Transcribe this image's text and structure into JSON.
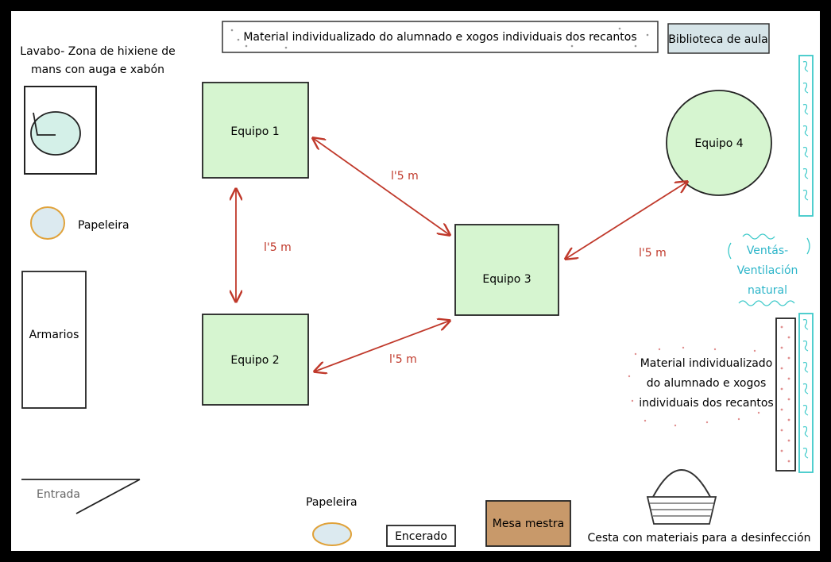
{
  "colors": {
    "frame": "#000000",
    "floor": "#ffffff",
    "team_fill": "#d6f5d0",
    "distance": "#c0392b",
    "window": "#3cc9c9",
    "desk": "#c8996a",
    "label_box": "#d6e4e8",
    "ellipse_fill": "#dceaf0",
    "ellipse_stroke": "#e0a23a",
    "dots": "#e08f8f"
  },
  "labels": {
    "top_material": "Material individualizado do alumnado e xogos individuais dos recantos",
    "library": "Biblioteca de aula",
    "sink_line1": "Lavabo- Zona de hixiene de",
    "sink_line2": "mans con auga e xabón",
    "bin_left": "Papeleira",
    "cabinets": "Armarios",
    "entrance": "Entrada",
    "bin_bottom": "Papeleira",
    "board": "Encerado",
    "teacher_desk": "Mesa mestra",
    "basket": "Cesta con materiais para a desinfección",
    "windows_line1": "Ventás-",
    "windows_line2": "Ventilación",
    "windows_line3": "natural",
    "right_material_line1": "Material individualizado",
    "right_material_line2": "do alumnado e xogos",
    "right_material_line3": "individuais dos recantos"
  },
  "teams": [
    {
      "id": 1,
      "label": "Equipo 1",
      "shape": "square"
    },
    {
      "id": 2,
      "label": "Equipo 2",
      "shape": "square"
    },
    {
      "id": 3,
      "label": "Equipo 3",
      "shape": "square"
    },
    {
      "id": 4,
      "label": "Equipo 4",
      "shape": "circle"
    }
  ],
  "distances": [
    {
      "from": "Equipo 1",
      "to": "Equipo 2",
      "label": "l'5 m"
    },
    {
      "from": "Equipo 1",
      "to": "Equipo 3",
      "label": "l'5 m"
    },
    {
      "from": "Equipo 2",
      "to": "Equipo 3",
      "label": "l'5 m"
    },
    {
      "from": "Equipo 3",
      "to": "Equipo 4",
      "label": "l'5 m"
    }
  ]
}
